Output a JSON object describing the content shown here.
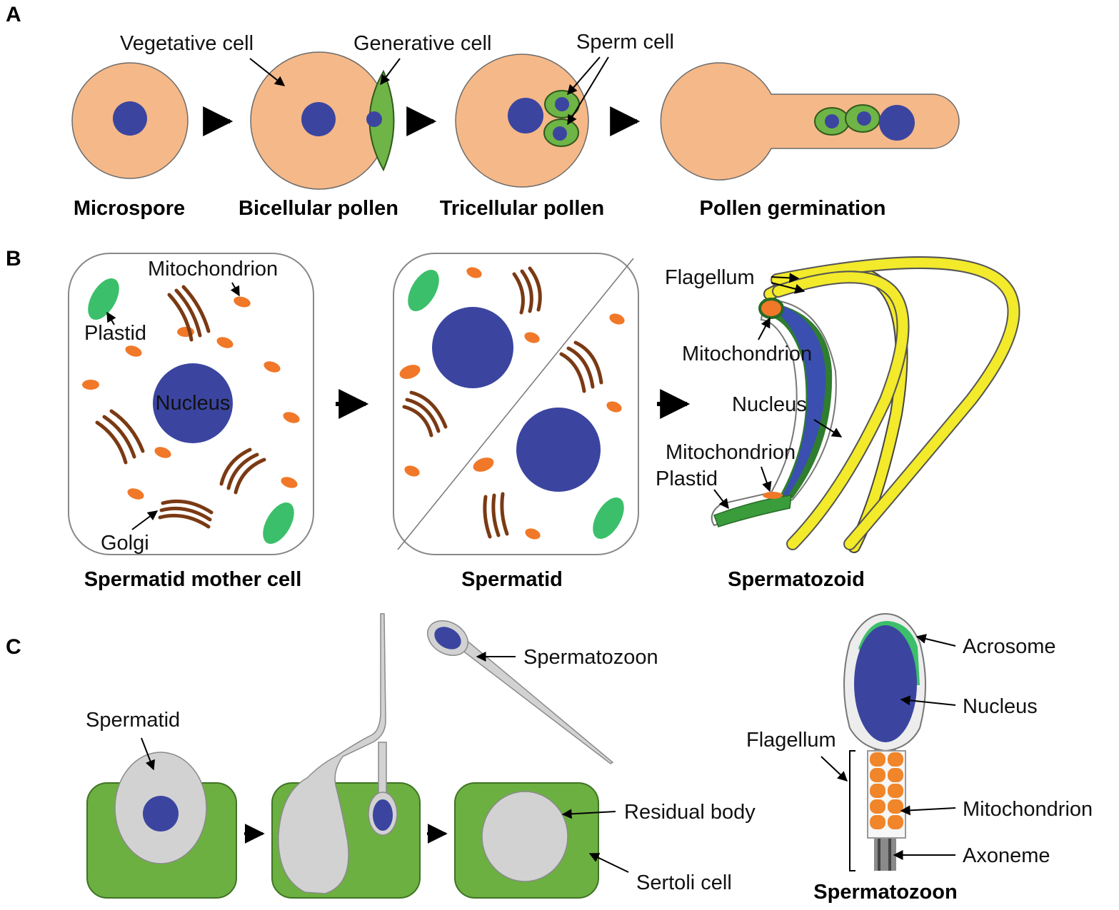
{
  "panels": {
    "a": "A",
    "b": "B",
    "c": "C"
  },
  "panel_a": {
    "labels": {
      "vegetative_cell": "Vegetative cell",
      "generative_cell": "Generative cell",
      "sperm_cell": "Sperm cell"
    },
    "stages": [
      "Microspore",
      "Bicellular pollen",
      "Tricellular pollen",
      "Pollen germination"
    ]
  },
  "panel_b": {
    "labels": {
      "mitochondrion": "Mitochondrion",
      "plastid": "Plastid",
      "nucleus": "Nucleus",
      "golgi": "Golgi",
      "flagellum": "Flagellum",
      "mitochondrion_2": "Mitochondrion",
      "nucleus_2": "Nucleus",
      "mitochondrion_3": "Mitochondrion",
      "plastid_2": "Plastid"
    },
    "stages": [
      "Spermatid mother cell",
      "Spermatid",
      "Spermatozoid"
    ]
  },
  "panel_c": {
    "labels": {
      "spermatid": "Spermatid",
      "spermatozoon": "Spermatozoon",
      "residual_body": "Residual body",
      "sertoli_cell": "Sertoli cell",
      "acrosome": "Acrosome",
      "nucleus": "Nucleus",
      "flagellum": "Flagellum",
      "mitochondrion": "Mitochondrion",
      "axoneme": "Axoneme"
    },
    "detail_title": "Spermatozoon"
  },
  "colors": {
    "pollen": "#f5b888",
    "nucleus": "#3b45a0",
    "generative": "#6fb446",
    "plastid": "#3cbf6a",
    "mitochondrion": "#f07828",
    "golgi": "#7a3a14",
    "flagellum": "#f2ea2a",
    "sertoli": "#6cb041",
    "residual": "#d2d2d2"
  }
}
